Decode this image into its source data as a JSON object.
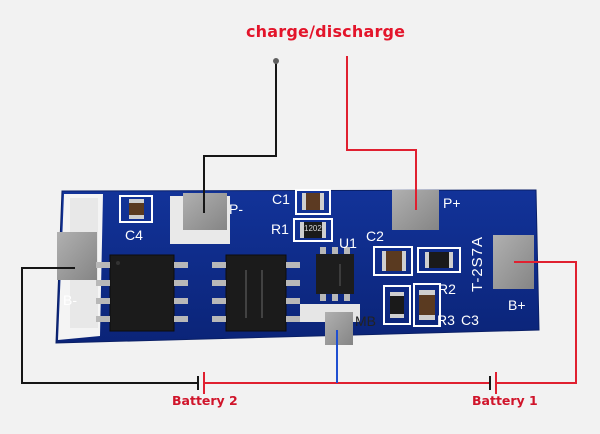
{
  "title": "charge/discharge",
  "colors": {
    "title": "#e3152b",
    "battery_label": "#d0142a",
    "pcb": "#0f2c8f",
    "pad": "#9a9a9a",
    "wire_black": "#161616",
    "wire_red": "#e02030",
    "wire_blue": "#1f4fd1"
  },
  "silkscreen": {
    "p_minus": "P-",
    "p_plus": "P+",
    "b_minus": "B-",
    "b_plus": "B+",
    "mb": "MB",
    "c1": "C1",
    "c2": "C2",
    "c3": "C3",
    "c4": "C4",
    "r1": "R1",
    "r2": "R2",
    "r3": "R3",
    "u1": "U1",
    "board_name": "T-2S7A",
    "r1_value": "1202"
  },
  "batteries": {
    "battery_2": "Battery 2",
    "battery_1": "Battery 1"
  }
}
